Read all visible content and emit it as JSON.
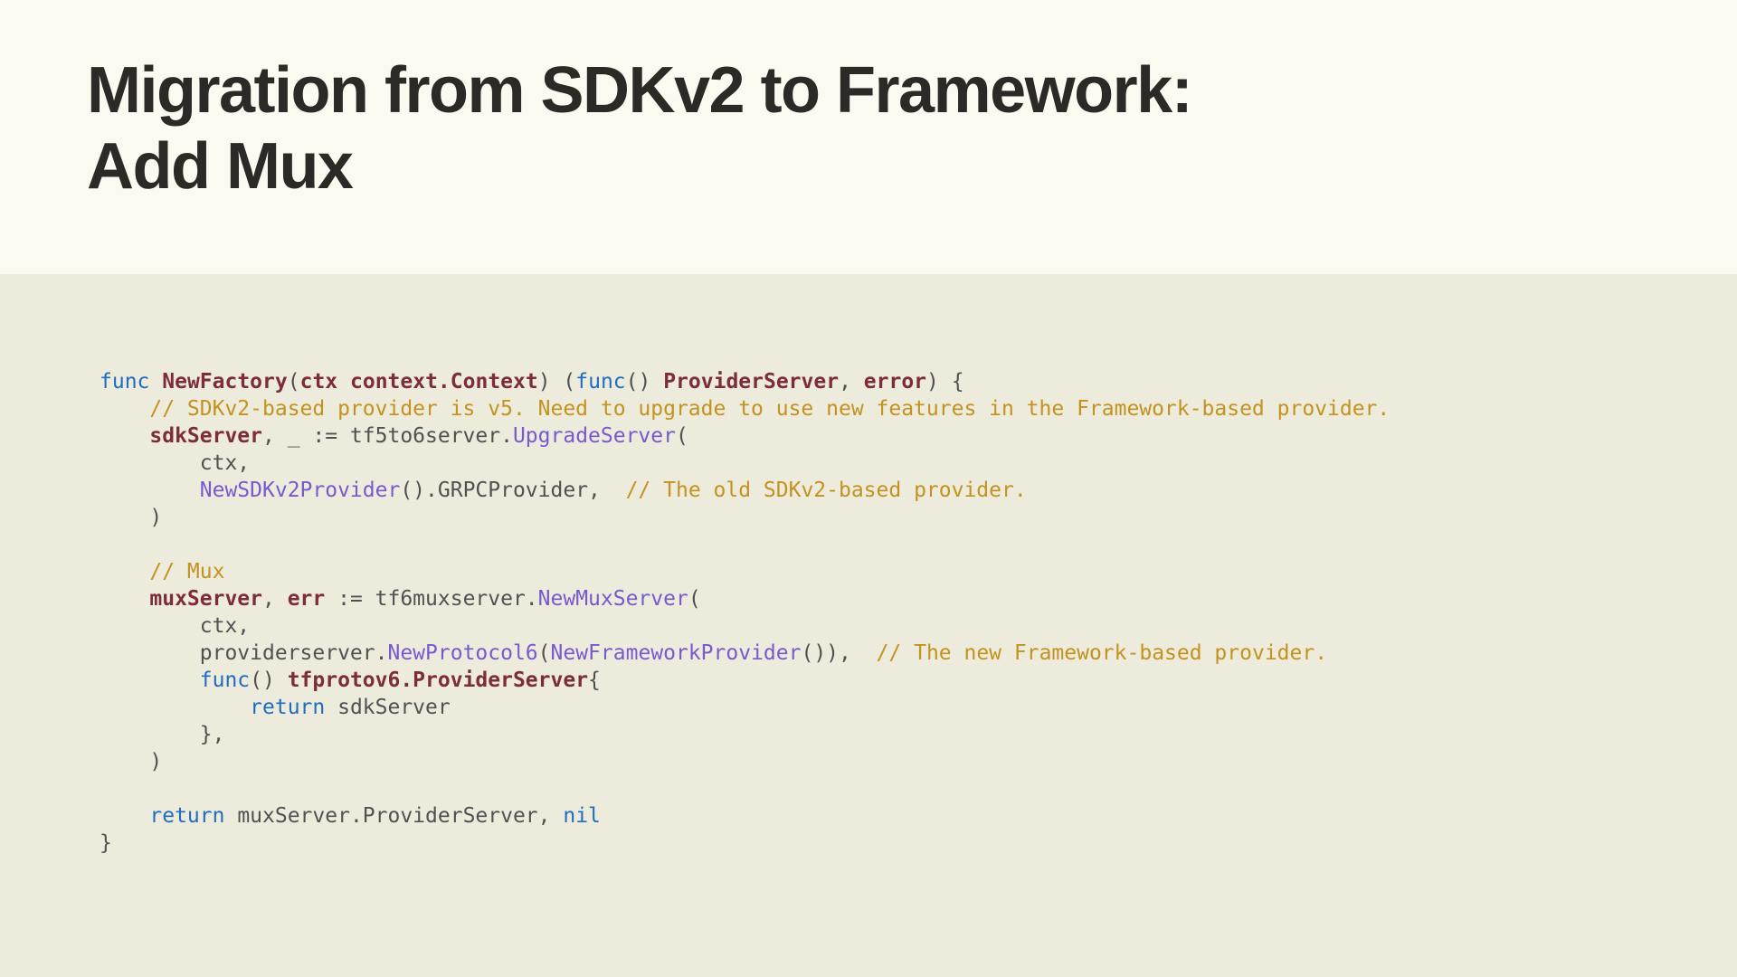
{
  "slide": {
    "title_line1": "Migration from SDKv2 to Framework:",
    "title_line2": "Add Mux"
  },
  "colors": {
    "top_background": "#fbfaf0",
    "body_background": "#ecebdc",
    "title_text": "#2b2a26",
    "code_plain": "#515151",
    "code_keyword": "#1f6dc1",
    "code_identifier": "#7d2c3c",
    "code_function": "#7a58d0",
    "code_comment": "#c4921e"
  },
  "code": {
    "language": "go",
    "lines": [
      {
        "indent": 0,
        "tokens": [
          {
            "t": "func",
            "c": "kw"
          },
          {
            "t": " ",
            "c": "pl"
          },
          {
            "t": "NewFactory",
            "c": "var"
          },
          {
            "t": "(",
            "c": "pl"
          },
          {
            "t": "ctx",
            "c": "var"
          },
          {
            "t": " ",
            "c": "pl"
          },
          {
            "t": "context.Context",
            "c": "var"
          },
          {
            "t": ") (",
            "c": "pl"
          },
          {
            "t": "func",
            "c": "kw"
          },
          {
            "t": "() ",
            "c": "pl"
          },
          {
            "t": "ProviderServer",
            "c": "var"
          },
          {
            "t": ", ",
            "c": "pl"
          },
          {
            "t": "error",
            "c": "var"
          },
          {
            "t": ") {",
            "c": "pl"
          }
        ]
      },
      {
        "indent": 1,
        "tokens": [
          {
            "t": "// SDKv2-based provider is v5. Need to upgrade to use new features in the Framework-based provider.",
            "c": "cm"
          }
        ]
      },
      {
        "indent": 1,
        "tokens": [
          {
            "t": "sdkServer",
            "c": "var"
          },
          {
            "t": ", _ := tf5to6server.",
            "c": "pl"
          },
          {
            "t": "UpgradeServer",
            "c": "fn"
          },
          {
            "t": "(",
            "c": "pl"
          }
        ]
      },
      {
        "indent": 2,
        "tokens": [
          {
            "t": "ctx,",
            "c": "pl"
          }
        ]
      },
      {
        "indent": 2,
        "tokens": [
          {
            "t": "NewSDKv2Provider",
            "c": "fn"
          },
          {
            "t": "().GRPCProvider,  ",
            "c": "pl"
          },
          {
            "t": "// The old SDKv2-based provider.",
            "c": "cm"
          }
        ]
      },
      {
        "indent": 1,
        "tokens": [
          {
            "t": ")",
            "c": "pl"
          }
        ]
      },
      {
        "indent": 0,
        "tokens": []
      },
      {
        "indent": 1,
        "tokens": [
          {
            "t": "// Mux",
            "c": "cm"
          }
        ]
      },
      {
        "indent": 1,
        "tokens": [
          {
            "t": "muxServer",
            "c": "var"
          },
          {
            "t": ", ",
            "c": "pl"
          },
          {
            "t": "err",
            "c": "var"
          },
          {
            "t": " := tf6muxserver.",
            "c": "pl"
          },
          {
            "t": "NewMuxServer",
            "c": "fn"
          },
          {
            "t": "(",
            "c": "pl"
          }
        ]
      },
      {
        "indent": 2,
        "tokens": [
          {
            "t": "ctx,",
            "c": "pl"
          }
        ]
      },
      {
        "indent": 2,
        "tokens": [
          {
            "t": "providerserver.",
            "c": "pl"
          },
          {
            "t": "NewProtocol6",
            "c": "fn"
          },
          {
            "t": "(",
            "c": "pl"
          },
          {
            "t": "NewFrameworkProvider",
            "c": "fn"
          },
          {
            "t": "()),  ",
            "c": "pl"
          },
          {
            "t": "// The new Framework-based provider.",
            "c": "cm"
          }
        ]
      },
      {
        "indent": 2,
        "tokens": [
          {
            "t": "func",
            "c": "kw"
          },
          {
            "t": "() ",
            "c": "pl"
          },
          {
            "t": "tfprotov6.ProviderServer",
            "c": "var"
          },
          {
            "t": "{",
            "c": "pl"
          }
        ]
      },
      {
        "indent": 3,
        "tokens": [
          {
            "t": "return",
            "c": "kw"
          },
          {
            "t": " sdkServer",
            "c": "pl"
          }
        ]
      },
      {
        "indent": 2,
        "tokens": [
          {
            "t": "},",
            "c": "pl"
          }
        ]
      },
      {
        "indent": 1,
        "tokens": [
          {
            "t": ")",
            "c": "pl"
          }
        ]
      },
      {
        "indent": 0,
        "tokens": []
      },
      {
        "indent": 1,
        "tokens": [
          {
            "t": "return",
            "c": "kw"
          },
          {
            "t": " muxServer.ProviderServer, ",
            "c": "pl"
          },
          {
            "t": "nil",
            "c": "kw"
          }
        ]
      },
      {
        "indent": 0,
        "tokens": [
          {
            "t": "}",
            "c": "pl"
          }
        ]
      }
    ]
  }
}
